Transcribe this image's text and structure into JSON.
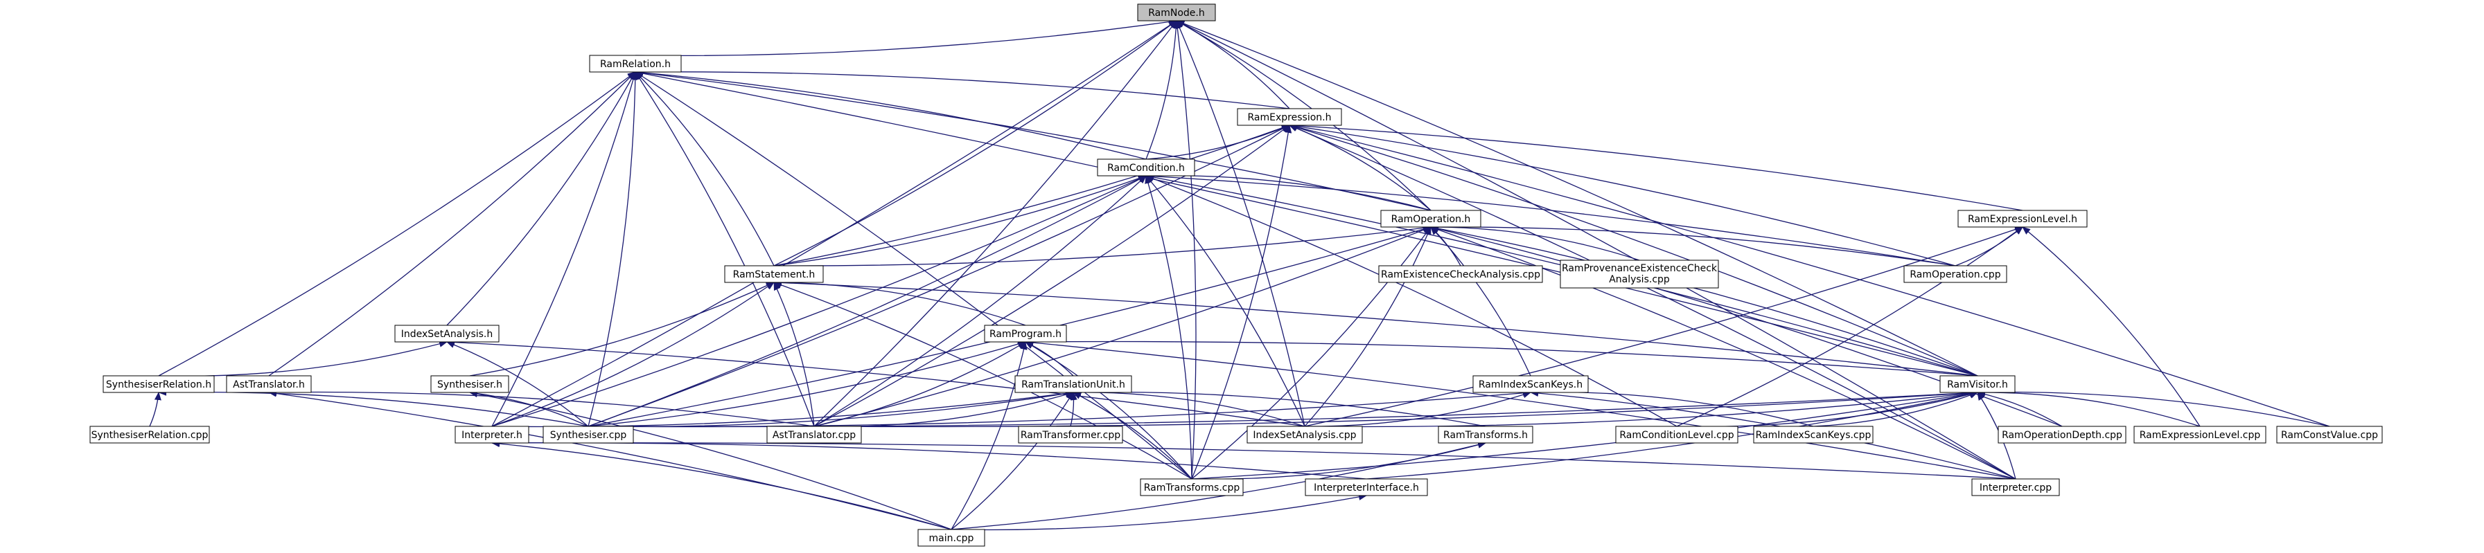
{
  "graph": {
    "nodes": {
      "ramnode_h": {
        "label": "RamNode.h",
        "highlighted": true
      },
      "ramrelation_h": {
        "label": "RamRelation.h"
      },
      "ramexpression_h": {
        "label": "RamExpression.h"
      },
      "ramcondition_h": {
        "label": "RamCondition.h"
      },
      "ramoperation_h": {
        "label": "RamOperation.h"
      },
      "ramexpressionlevel_h": {
        "label": "RamExpressionLevel.h"
      },
      "ramoperation_cpp": {
        "label": "RamOperation.cpp"
      },
      "ramstatement_h": {
        "label": "RamStatement.h"
      },
      "ramexistencecheckanalysis_cpp": {
        "label": "RamExistenceCheckAnalysis.cpp"
      },
      "ramprovenanceexistencecheckanalysis_cpp": {
        "label_lines": [
          "RamProvenanceExistenceCheck",
          "Analysis.cpp"
        ]
      },
      "indexsetanalysis_h": {
        "label": "IndexSetAnalysis.h"
      },
      "ramprogram_h": {
        "label": "RamProgram.h"
      },
      "synthesiser_h": {
        "label": "Synthesiser.h"
      },
      "synthesiserrelation_h": {
        "label": "SynthesiserRelation.h"
      },
      "asttranslator_h": {
        "label": "AstTranslator.h"
      },
      "ramtranslationunit_h": {
        "label": "RamTranslationUnit.h"
      },
      "ramindexscankeys_h": {
        "label": "RamIndexScanKeys.h"
      },
      "ramvisitor_h": {
        "label": "RamVisitor.h"
      },
      "synthesiserrelation_cpp": {
        "label": "SynthesiserRelation.cpp"
      },
      "interpreter_h": {
        "label": "Interpreter.h"
      },
      "synthesiser_cpp": {
        "label": "Synthesiser.cpp"
      },
      "asttranslator_cpp": {
        "label": "AstTranslator.cpp"
      },
      "ramtransformer_cpp": {
        "label": "RamTransformer.cpp"
      },
      "indexsetanalysis_cpp": {
        "label": "IndexSetAnalysis.cpp"
      },
      "ramtransforms_h": {
        "label": "RamTransforms.h"
      },
      "ramconditionlevel_cpp": {
        "label": "RamConditionLevel.cpp"
      },
      "ramindexscankeys_cpp": {
        "label": "RamIndexScanKeys.cpp"
      },
      "ramoperationdepth_cpp": {
        "label": "RamOperationDepth.cpp"
      },
      "ramexpressionlevel_cpp": {
        "label": "RamExpressionLevel.cpp"
      },
      "ramconstvalue_cpp": {
        "label": "RamConstValue.cpp"
      },
      "ramtransforms_cpp": {
        "label": "RamTransforms.cpp"
      },
      "interpreterinterface_h": {
        "label": "InterpreterInterface.h"
      },
      "interpreter_cpp": {
        "label": "Interpreter.cpp"
      },
      "main_cpp": {
        "label": "main.cpp"
      }
    },
    "edges": [
      [
        "ramnode_h",
        "ramrelation_h"
      ],
      [
        "ramnode_h",
        "ramexpression_h"
      ],
      [
        "ramnode_h",
        "ramcondition_h"
      ],
      [
        "ramnode_h",
        "ramoperation_h"
      ],
      [
        "ramnode_h",
        "ramstatement_h"
      ],
      [
        "ramnode_h",
        "ramvisitor_h"
      ],
      [
        "ramnode_h",
        "indexsetanalysis_cpp"
      ],
      [
        "ramnode_h",
        "asttranslator_cpp"
      ],
      [
        "ramnode_h",
        "interpreter_h"
      ],
      [
        "ramnode_h",
        "interpreter_cpp"
      ],
      [
        "ramnode_h",
        "ramtransforms_cpp"
      ],
      [
        "ramrelation_h",
        "ramexpression_h"
      ],
      [
        "ramrelation_h",
        "ramcondition_h"
      ],
      [
        "ramrelation_h",
        "ramoperation_h"
      ],
      [
        "ramrelation_h",
        "ramstatement_h"
      ],
      [
        "ramrelation_h",
        "ramvisitor_h"
      ],
      [
        "ramrelation_h",
        "indexsetanalysis_h"
      ],
      [
        "ramrelation_h",
        "synthesiserrelation_h"
      ],
      [
        "ramrelation_h",
        "asttranslator_h"
      ],
      [
        "ramrelation_h",
        "interpreter_h"
      ],
      [
        "ramrelation_h",
        "synthesiser_cpp"
      ],
      [
        "ramrelation_h",
        "asttranslator_cpp"
      ],
      [
        "ramrelation_h",
        "ramtransforms_cpp"
      ],
      [
        "ramexpression_h",
        "ramcondition_h"
      ],
      [
        "ramexpression_h",
        "ramoperation_h"
      ],
      [
        "ramexpression_h",
        "ramexpressionlevel_h"
      ],
      [
        "ramexpression_h",
        "ramoperation_cpp"
      ],
      [
        "ramexpression_h",
        "ramstatement_h"
      ],
      [
        "ramexpression_h",
        "ramvisitor_h"
      ],
      [
        "ramexpression_h",
        "ramconstvalue_cpp"
      ],
      [
        "ramexpression_h",
        "interpreter_cpp"
      ],
      [
        "ramexpression_h",
        "synthesiser_cpp"
      ],
      [
        "ramexpression_h",
        "asttranslator_cpp"
      ],
      [
        "ramexpression_h",
        "ramtransforms_cpp"
      ],
      [
        "ramcondition_h",
        "ramoperation_h"
      ],
      [
        "ramcondition_h",
        "ramoperation_cpp"
      ],
      [
        "ramcondition_h",
        "ramstatement_h"
      ],
      [
        "ramcondition_h",
        "ramvisitor_h"
      ],
      [
        "ramcondition_h",
        "ramconditionlevel_cpp"
      ],
      [
        "ramcondition_h",
        "interpreter_h"
      ],
      [
        "ramcondition_h",
        "synthesiser_cpp"
      ],
      [
        "ramcondition_h",
        "asttranslator_cpp"
      ],
      [
        "ramcondition_h",
        "indexsetanalysis_cpp"
      ],
      [
        "ramcondition_h",
        "ramtransforms_cpp"
      ],
      [
        "ramoperation_h",
        "ramstatement_h"
      ],
      [
        "ramoperation_h",
        "ramexistencecheckanalysis_cpp"
      ],
      [
        "ramoperation_h",
        "ramprovenanceexistencecheckanalysis_cpp"
      ],
      [
        "ramoperation_h",
        "ramoperation_cpp"
      ],
      [
        "ramoperation_h",
        "ramindexscankeys_h"
      ],
      [
        "ramoperation_h",
        "ramvisitor_h"
      ],
      [
        "ramoperation_h",
        "ramoperationdepth_cpp"
      ],
      [
        "ramoperation_h",
        "interpreter_cpp"
      ],
      [
        "ramoperation_h",
        "synthesiser_cpp"
      ],
      [
        "ramoperation_h",
        "asttranslator_cpp"
      ],
      [
        "ramoperation_h",
        "indexsetanalysis_cpp"
      ],
      [
        "ramoperation_h",
        "ramtransforms_cpp"
      ],
      [
        "ramexpressionlevel_h",
        "ramoperation_cpp"
      ],
      [
        "ramexpressionlevel_h",
        "ramexpressionlevel_cpp"
      ],
      [
        "ramexpressionlevel_h",
        "ramconditionlevel_cpp"
      ],
      [
        "ramexpressionlevel_h",
        "indexsetanalysis_cpp"
      ],
      [
        "ramstatement_h",
        "ramprogram_h"
      ],
      [
        "ramstatement_h",
        "synthesiser_h"
      ],
      [
        "ramstatement_h",
        "interpreter_h"
      ],
      [
        "ramstatement_h",
        "asttranslator_cpp"
      ],
      [
        "ramstatement_h",
        "ramvisitor_h"
      ],
      [
        "ramstatement_h",
        "ramtransforms_cpp"
      ],
      [
        "indexsetanalysis_h",
        "synthesiserrelation_h"
      ],
      [
        "indexsetanalysis_h",
        "synthesiser_cpp"
      ],
      [
        "indexsetanalysis_h",
        "indexsetanalysis_cpp"
      ],
      [
        "ramprogram_h",
        "ramtranslationunit_h"
      ],
      [
        "ramprogram_h",
        "synthesiser_cpp"
      ],
      [
        "ramprogram_h",
        "asttranslator_cpp"
      ],
      [
        "ramprogram_h",
        "ramvisitor_h"
      ],
      [
        "ramprogram_h",
        "main_cpp"
      ],
      [
        "ramprogram_h",
        "interpreter_cpp"
      ],
      [
        "ramprogram_h",
        "ramtransforms_cpp"
      ],
      [
        "ramtranslationunit_h",
        "synthesiser_cpp"
      ],
      [
        "ramtranslationunit_h",
        "asttranslator_cpp"
      ],
      [
        "ramtranslationunit_h",
        "ramtransformer_cpp"
      ],
      [
        "ramtranslationunit_h",
        "indexsetanalysis_cpp"
      ],
      [
        "ramtranslationunit_h",
        "ramtransforms_h"
      ],
      [
        "ramtranslationunit_h",
        "interpreter_h"
      ],
      [
        "ramtranslationunit_h",
        "main_cpp"
      ],
      [
        "ramtranslationunit_h",
        "ramtransforms_cpp"
      ],
      [
        "synthesiser_h",
        "synthesiser_cpp"
      ],
      [
        "synthesiser_h",
        "main_cpp"
      ],
      [
        "synthesiserrelation_h",
        "synthesiserrelation_cpp"
      ],
      [
        "synthesiserrelation_h",
        "synthesiser_cpp"
      ],
      [
        "asttranslator_h",
        "asttranslator_cpp"
      ],
      [
        "asttranslator_h",
        "main_cpp"
      ],
      [
        "ramindexscankeys_h",
        "ramindexscankeys_cpp"
      ],
      [
        "ramindexscankeys_h",
        "indexsetanalysis_cpp"
      ],
      [
        "ramindexscankeys_h",
        "interpreter_cpp"
      ],
      [
        "ramindexscankeys_h",
        "synthesiser_cpp"
      ],
      [
        "ramvisitor_h",
        "synthesiser_cpp"
      ],
      [
        "ramvisitor_h",
        "indexsetanalysis_cpp"
      ],
      [
        "ramvisitor_h",
        "ramconditionlevel_cpp"
      ],
      [
        "ramvisitor_h",
        "ramindexscankeys_cpp"
      ],
      [
        "ramvisitor_h",
        "ramoperationdepth_cpp"
      ],
      [
        "ramvisitor_h",
        "ramexpressionlevel_cpp"
      ],
      [
        "ramvisitor_h",
        "ramconstvalue_cpp"
      ],
      [
        "ramvisitor_h",
        "ramtransforms_cpp"
      ],
      [
        "ramvisitor_h",
        "interpreterinterface_h"
      ],
      [
        "ramvisitor_h",
        "interpreter_cpp"
      ],
      [
        "ramvisitor_h",
        "asttranslator_cpp"
      ],
      [
        "interpreter_h",
        "interpreter_cpp"
      ],
      [
        "interpreter_h",
        "main_cpp"
      ],
      [
        "interpreter_h",
        "interpreterinterface_h"
      ],
      [
        "ramtransforms_h",
        "ramtransforms_cpp"
      ],
      [
        "ramtransforms_h",
        "main_cpp"
      ],
      [
        "interpreterinterface_h",
        "main_cpp"
      ]
    ]
  },
  "style": {
    "node_fill": "#ffffff",
    "highlight_fill": "#bfbfbf",
    "node_border": "#000000",
    "edge_color": "#191970",
    "text_color": "#000000"
  }
}
